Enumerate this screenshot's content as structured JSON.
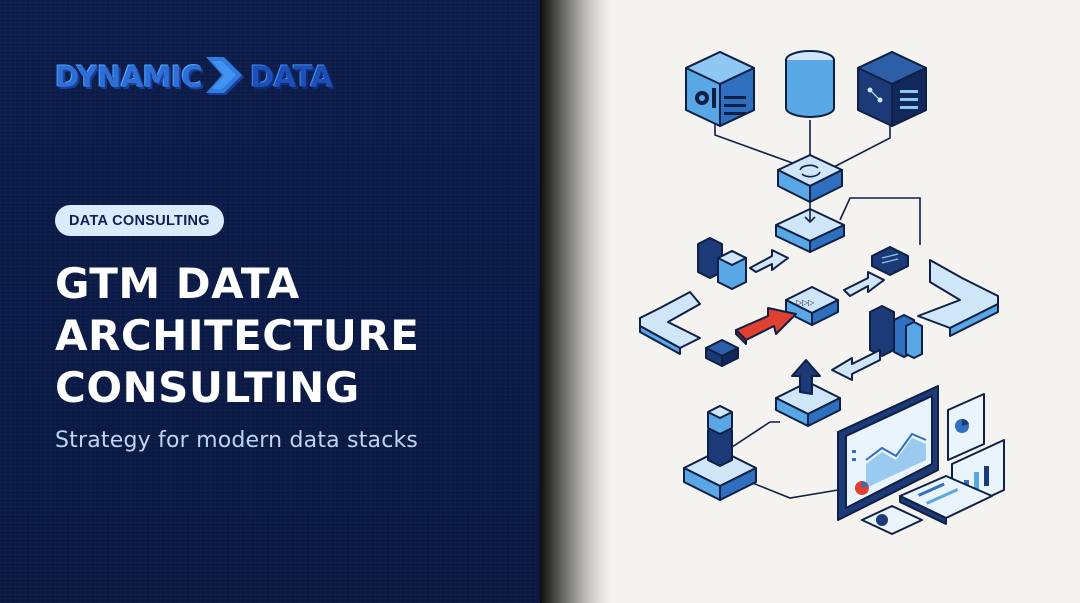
{
  "brand": {
    "logo_word_1": "DYNAMIC",
    "logo_word_2": "DATA",
    "logo_colors": {
      "primary": "#2d6fd6",
      "dark": "#1a3f9a",
      "light": "#4fa7ff"
    }
  },
  "hero": {
    "badge": "DATA CONSULTING",
    "title_lines": [
      "GTM DATA",
      "ARCHITECTURE",
      "CONSULTING"
    ],
    "subtitle": "Strategy for modern data stacks"
  },
  "theme": {
    "navy": "#0d1d4a",
    "badge_bg": "#d9ecfd",
    "subtitle": "#b9d6f3",
    "right_bg": "#f4f3ef",
    "accent_red": "#e0402f",
    "block_blue": "#5aa7e6",
    "block_light": "#cfe6f9",
    "outline": "#0f1f45"
  },
  "illustration": {
    "icons": [
      "server-gear-icon",
      "database-icon",
      "server-network-icon",
      "sync-icon",
      "download-arrow-icon",
      "cube-stack-icon",
      "red-arrow-icon",
      "dashboard-monitor-icon",
      "pie-chart-icon",
      "bar-chart-icon"
    ]
  }
}
